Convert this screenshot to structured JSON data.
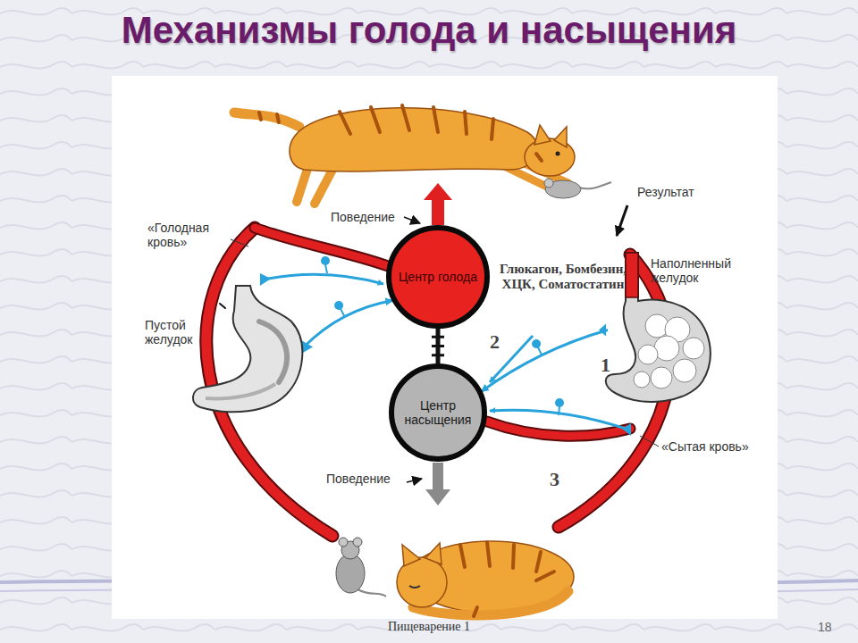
{
  "diagram": {
    "title": "Механизмы голода и насыщения",
    "nodes": [
      {
        "text": [
          "Центр голода"
        ]
      },
      {
        "text": [
          "Центр насыщения"
        ]
      },
      {
        "text": [
          "Пустой желудок"
        ]
      },
      {
        "text": [
          "Наполненный желудок"
        ]
      }
    ],
    "edges": [
      {
        "from": 2,
        "to": 0,
        "arrow": "to"
      },
      {
        "from": 3,
        "to": 1,
        "arrow": "to"
      },
      {
        "from": 0,
        "to": 1,
        "arrow": "none"
      }
    ],
    "labels": [
      "«Голодная кровь»",
      "Поведение",
      "Результат",
      "Глюкагон, Бомбезин, ХЦК, Соматостатин",
      "2",
      "1",
      "3",
      "«Сытая кровь»",
      "Поведение",
      "Пищеварение 1",
      "18"
    ]
  }
}
